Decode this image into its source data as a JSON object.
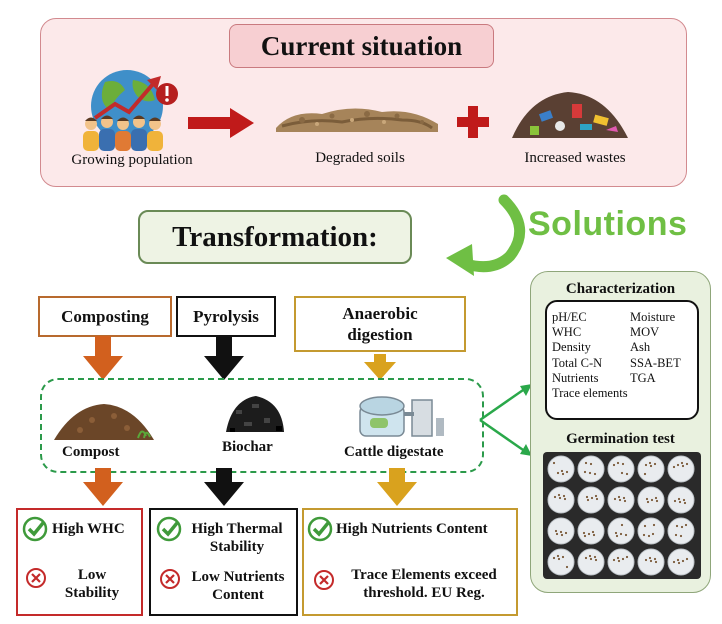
{
  "current_situation": {
    "title": "Current situation",
    "items": [
      {
        "label": "Growing population",
        "icon": "population-growth-icon"
      },
      {
        "label": "Degraded soils",
        "icon": "degraded-soil-icon"
      },
      {
        "label": "Increased wastes",
        "icon": "waste-pile-icon"
      }
    ]
  },
  "solutions": {
    "label": "Solutions"
  },
  "transformation": {
    "title": "Transformation:"
  },
  "processes": [
    {
      "label": "Composting",
      "product": "Compost",
      "color": "#b86a2e"
    },
    {
      "label": "Pyrolysis",
      "product": "Biochar",
      "color": "#111111"
    },
    {
      "label": "Anaerobic digestion",
      "product": "Cattle digestate",
      "color": "#c49a30"
    }
  ],
  "outcomes": [
    {
      "positive": "High WHC",
      "negative": "Low Stability"
    },
    {
      "positive": "High Thermal Stability",
      "negative": "Low Nutrients Content"
    },
    {
      "positive": "High Nutrients Content",
      "negative": "Trace Elements exceed threshold. EU Reg."
    }
  ],
  "characterization": {
    "title": "Characterization",
    "left": [
      "pH/EC",
      "WHC",
      "Density",
      "Total C-N",
      "Nutrients",
      "Trace elements"
    ],
    "right": [
      "Moisture",
      "MOV",
      "Ash",
      "SSA-BET",
      "TGA"
    ]
  },
  "germination": {
    "title": "Germination test"
  }
}
